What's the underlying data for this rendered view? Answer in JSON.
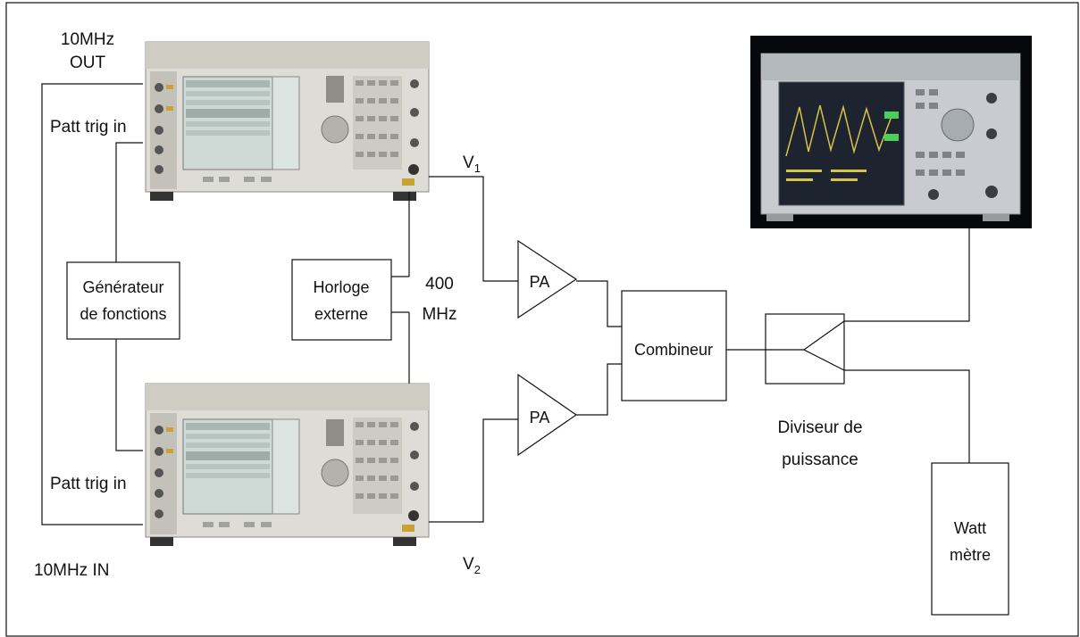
{
  "labels": {
    "ref_out": [
      "10MHz",
      "OUT"
    ],
    "ref_in": "10MHz IN",
    "patt_trig_top": "Patt trig in",
    "patt_trig_bottom": "Patt trig in",
    "v1": "V",
    "v1_sub": "1",
    "v2": "V",
    "v2_sub": "2",
    "clock_freq": [
      "400",
      "MHz"
    ],
    "divider": [
      "Diviseur de",
      "puissance"
    ]
  },
  "blocks": {
    "function_generator": [
      "Générateur",
      "de fonctions"
    ],
    "external_clock": [
      "Horloge",
      "externe"
    ],
    "pa_top": "PA",
    "pa_bottom": "PA",
    "combiner": "Combineur",
    "wattmeter": [
      "Watt",
      "mètre"
    ]
  },
  "instruments": {
    "signal_generator_top": "signal-generator-icon",
    "signal_generator_bottom": "signal-generator-icon",
    "spectrum_analyzer": "spectrum-analyzer-icon"
  },
  "colors": {
    "instrument_body": "#d8d6d0",
    "instrument_screen": "#cfd9d5",
    "analyzer_bg": "#06080c",
    "analyzer_screen": "#1d2430",
    "connector_gold": "#c9a236"
  }
}
